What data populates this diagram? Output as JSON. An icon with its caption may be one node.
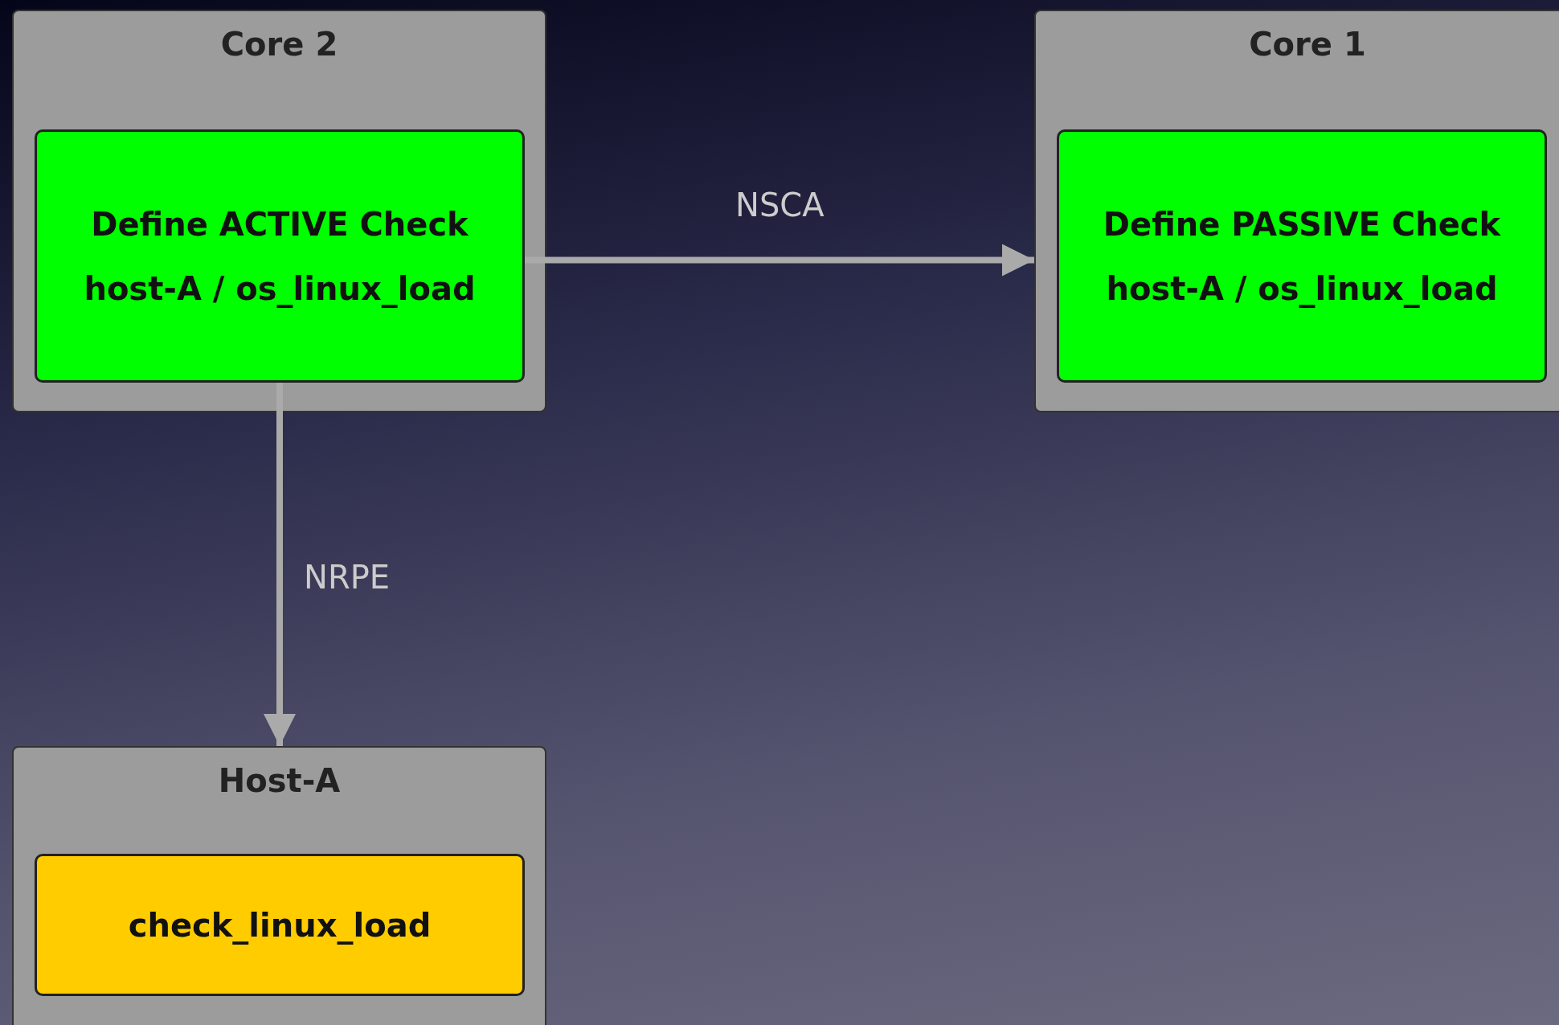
{
  "diagram": {
    "nodes": [
      {
        "text": [
          "Core 2"
        ]
      },
      {
        "text": [
          "Define ACTIVE Check",
          "host-A / os_linux_load"
        ],
        "in": 0
      },
      {
        "text": [
          "Core 1"
        ]
      },
      {
        "text": [
          "Define PASSIVE Check",
          "host-A / os_linux_load"
        ],
        "in": 2
      },
      {
        "text": [
          "Host-A"
        ]
      },
      {
        "text": [
          "check_linux_load"
        ],
        "in": 4
      }
    ],
    "edges": [
      {
        "from": 1,
        "to": 2,
        "arrow": "to",
        "label": "NSCA"
      },
      {
        "from": 1,
        "to": 4,
        "arrow": "to",
        "label": "NRPE"
      }
    ]
  }
}
